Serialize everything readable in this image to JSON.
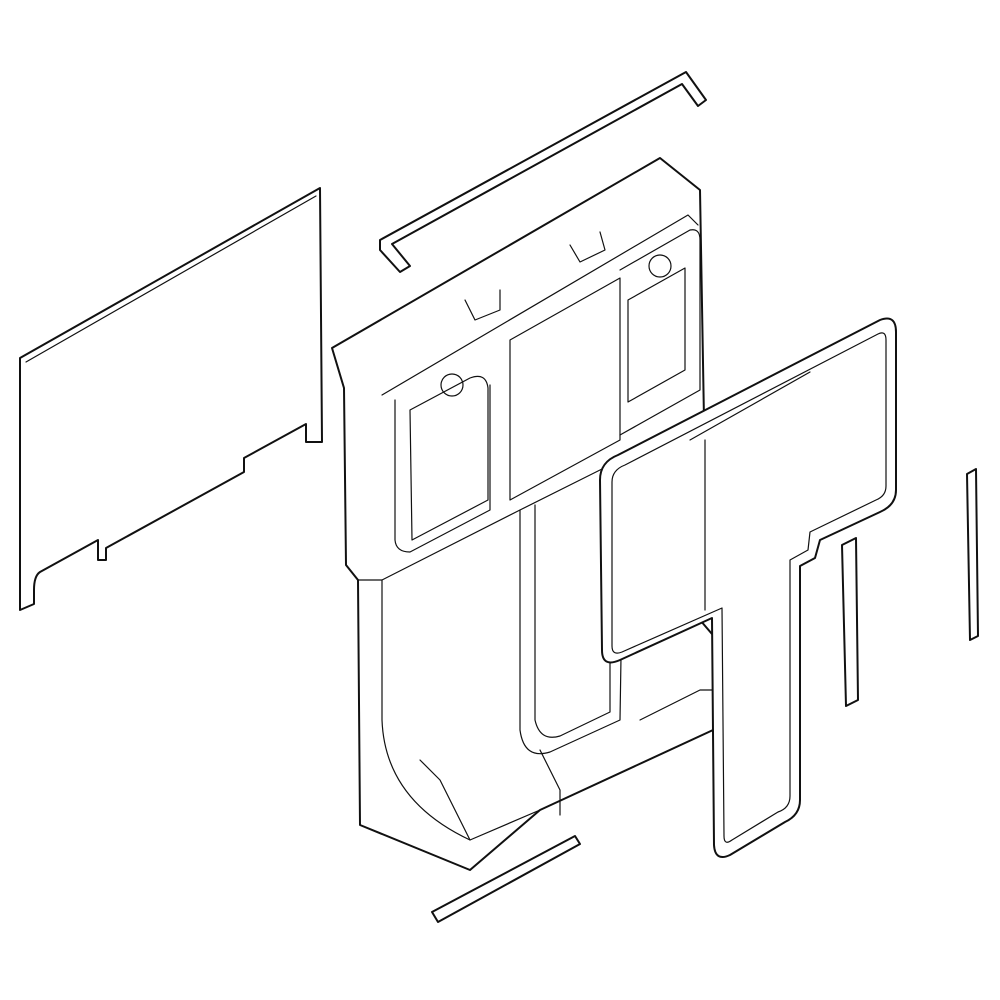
{
  "diagram": {
    "type": "exploded-parts-drawing",
    "colors": {
      "line": "#111111",
      "background": "#ffffff"
    },
    "parts": [
      "side-panel",
      "top-bar",
      "main-housing",
      "front-frame",
      "right-strip",
      "far-right-strip",
      "bottom-strip"
    ]
  }
}
